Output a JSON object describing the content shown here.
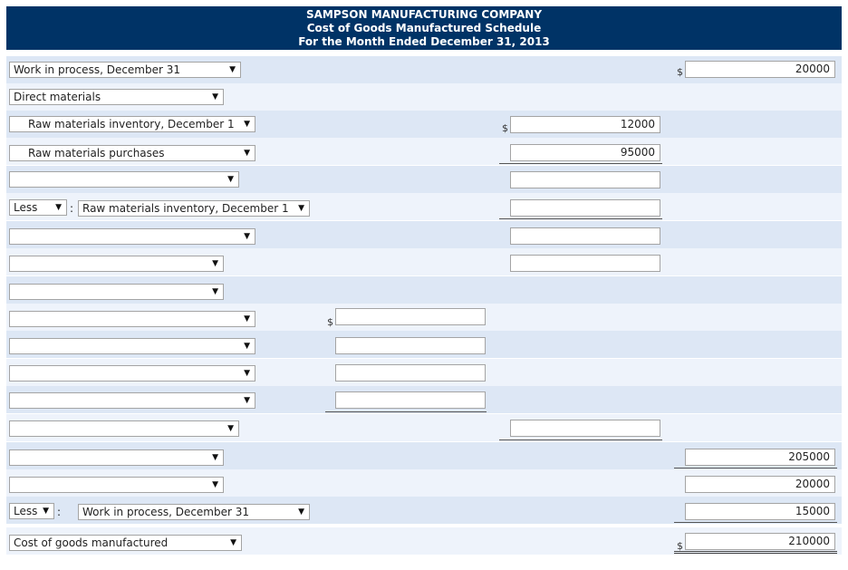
{
  "header": {
    "company": "SAMPSON MANUFACTURING COMPANY",
    "title": "Cost of Goods Manufactured Schedule",
    "period": "For the Month Ended December 31, 2013"
  },
  "colors": {
    "header_bg": "#003366",
    "row_odd": "#dde7f5",
    "row_even": "#eef3fb"
  },
  "currency_symbol": "$",
  "caret": "▼",
  "rows": {
    "r1": {
      "select": "Work in process, December 31",
      "col4": "20000"
    },
    "r2": {
      "select": "Direct materials"
    },
    "r3": {
      "select": "Raw materials inventory, December 1",
      "col3": "12000"
    },
    "r4": {
      "select": "Raw materials purchases",
      "col3": "95000"
    },
    "r5": {
      "select": "",
      "col3": ""
    },
    "r6": {
      "less_select": "Less",
      "colon": ":",
      "select": "Raw materials inventory, December 1",
      "col3": ""
    },
    "r7": {
      "select": "",
      "col3": ""
    },
    "r8": {
      "select": "",
      "col3": ""
    },
    "r9": {
      "select": ""
    },
    "r10": {
      "select": "",
      "col2": ""
    },
    "r11": {
      "select": "",
      "col2": ""
    },
    "r12": {
      "select": "",
      "col2": ""
    },
    "r13": {
      "select": "",
      "col2": ""
    },
    "r14": {
      "select": "",
      "col3": ""
    },
    "r15": {
      "select": "",
      "col4": "205000"
    },
    "r16": {
      "select": "",
      "col4": "20000"
    },
    "r17": {
      "less_select": "Less",
      "colon": ":",
      "select": "Work in process, December 31",
      "col4": "15000"
    },
    "r18": {
      "select": "Cost of goods manufactured",
      "col4": "210000"
    }
  }
}
